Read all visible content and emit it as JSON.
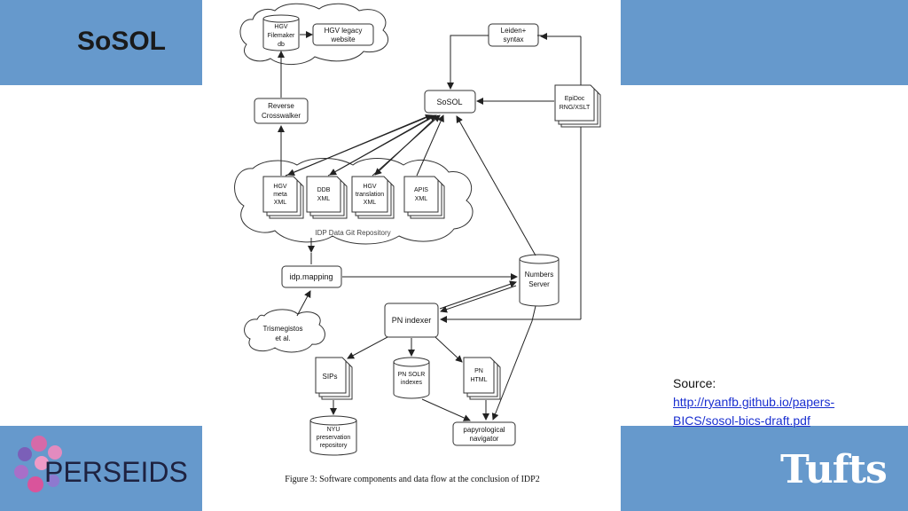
{
  "slide": {
    "title": "SoSOL",
    "source_label": "Source:",
    "source_link_line1": "http://ryanfb.github.io/papers-",
    "source_link_line2": "BICS/sosol-bics-draft.pdf",
    "colors": {
      "band": "#6699cc",
      "link": "#1a2fd0"
    }
  },
  "logos": {
    "perseids": {
      "icon": "perseids-flower-logo",
      "text": "PERSEIDS"
    },
    "tufts": {
      "text": "Tufts"
    }
  },
  "diagram": {
    "caption": "Figure 3: Software components and data flow at the conclusion of IDP2",
    "nodes": {
      "hgv_filemaker": [
        "HGV",
        "Filemaker",
        "db"
      ],
      "hgv_legacy": [
        "HGV legacy",
        "website"
      ],
      "leiden": [
        "Leiden+",
        "syntax"
      ],
      "reverse": [
        "Reverse",
        "Crosswalker"
      ],
      "sosol": "SoSOL",
      "epidoc": [
        "EpiDoc",
        "RNG/XSLT"
      ],
      "hgv_meta": [
        "HGV",
        "meta",
        "XML"
      ],
      "ddb": [
        "DDB",
        "XML"
      ],
      "hgv_trans": [
        "HGV",
        "translation",
        "XML"
      ],
      "apis": [
        "APIS",
        "XML"
      ],
      "repo_label": "IDP Data Git Repository",
      "idp_mapping": "idp.mapping",
      "numbers": [
        "Numbers",
        "Server"
      ],
      "trismegistos": [
        "Trismegistos",
        "et al."
      ],
      "pn_indexer": "PN indexer",
      "sips": "SIPs",
      "solr": [
        "PN SOLR",
        "indexes"
      ],
      "pn_html": [
        "PN",
        "HTML"
      ],
      "nyu": [
        "NYU",
        "preservation",
        "repository"
      ],
      "navigator": [
        "papyrological",
        "navigator"
      ]
    }
  }
}
